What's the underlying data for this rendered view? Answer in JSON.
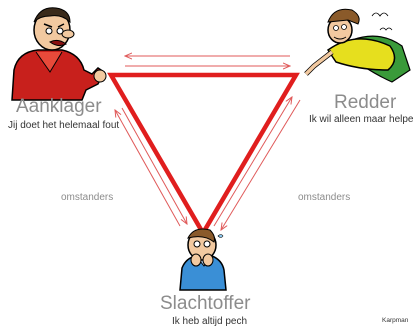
{
  "roles": {
    "accuser": {
      "title": "Aanklager",
      "subtitle": "Jij doet het helemaal fout"
    },
    "rescuer": {
      "title": "Redder",
      "subtitle": "Ik wil alleen maar helpen"
    },
    "victim": {
      "title": "Slachtoffer",
      "subtitle": "Ik heb altijd pech"
    }
  },
  "bystanders": {
    "left": "omstanders",
    "right": "omstanders"
  },
  "credit": "Karpman",
  "colors": {
    "triangle": "#e01e1e",
    "arrows": "#e05a5a",
    "title_text": "#8c8c8c",
    "accuser_shirt": "#c8201c",
    "rescuer_shirt": "#e6df1e",
    "victim_shirt": "#3a8fd6"
  }
}
